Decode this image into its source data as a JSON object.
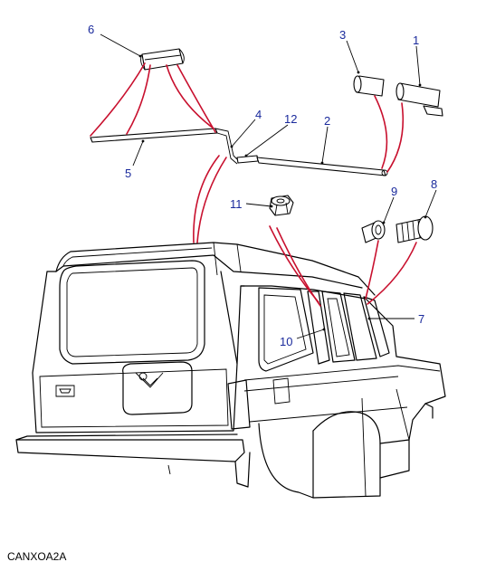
{
  "callouts": {
    "c1": "1",
    "c2": "2",
    "c3": "3",
    "c4": "4",
    "c5": "5",
    "c6": "6",
    "c7": "7",
    "c8": "8",
    "c9": "9",
    "c10": "10",
    "c11": "11",
    "c12": "12"
  },
  "caption": "CANXOA2A",
  "colors": {
    "callout_text": "#1a2a9c",
    "connector_lines": "#c8102e",
    "line_art": "#000000"
  }
}
